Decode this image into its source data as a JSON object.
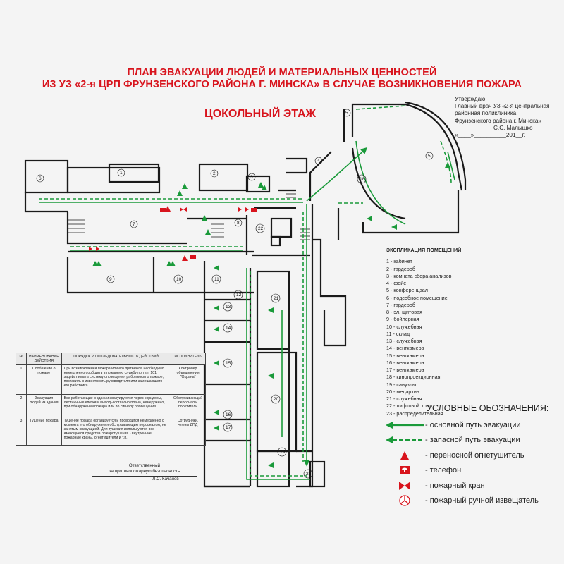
{
  "title_line1": "ПЛАН ЭВАКУАЦИИ ЛЮДЕЙ И МАТЕРИАЛЬНЫХ ЦЕННОСТЕЙ",
  "title_line2": "ИЗ УЗ «2-я ЦРП ФРУНЗЕНСКОГО РАЙОНА Г. МИНСКА» В СЛУЧАЕ ВОЗНИКНОВЕНИЯ ПОЖАРА",
  "floor_name": "ЦОКОЛЬНЫЙ ЭТАЖ",
  "approval": {
    "line1": "Утверждаю",
    "line2": "Главный врач УЗ «2-я центральная",
    "line3": "районная поликлиника",
    "line4": "Фрунзенского района г. Минска»",
    "line5": "С.С. Малышко",
    "line6": "«____»__________201__г."
  },
  "explication": {
    "heading": "ЭКСПЛИКАЦИЯ ПОМЕЩЕНИЙ",
    "items": [
      "1 - кабинет",
      "2 - гардероб",
      "3 - комната сбора анализов",
      "4 - фойе",
      "5 - конференцзал",
      "6 - подсобное помещение",
      "7 - гардероб",
      "8 - эл. щитовая",
      "9 - бойлерная",
      "10 - служебная",
      "11 - склад",
      "13 - служебная",
      "14 - венткамера",
      "15 - венткамера",
      "16 - венткамера",
      "17 - венткамера",
      "18 - кинопроекционная",
      "19 - санузлы",
      "20 - медархив",
      "21 - служебная",
      "22 - лифтовой холл",
      "23 - распределительная"
    ]
  },
  "legend": {
    "title": "УСЛОВНЫЕ ОБОЗНАЧЕНИЯ:",
    "items": [
      {
        "icon": "main-route-icon",
        "label": "- основной путь эвакуации"
      },
      {
        "icon": "reserve-route-icon",
        "label": "- запасной путь эвакуации"
      },
      {
        "icon": "extinguisher-icon",
        "label": "- переносной огнетушитель"
      },
      {
        "icon": "telephone-icon",
        "label": "- телефон"
      },
      {
        "icon": "fire-hydrant-icon",
        "label": "- пожарный кран"
      },
      {
        "icon": "manual-alarm-icon",
        "label": "- пожарный ручной извещатель"
      }
    ]
  },
  "actions_table": {
    "headers": [
      "№",
      "НАИМЕНОВАНИЕ ДЕЙСТВИЯ",
      "ПОРЯДОК И ПОСЛЕДОВАТЕЛЬНОСТЬ ДЕЙСТВИЙ",
      "ИСПОЛНИТЕЛЬ"
    ],
    "rows": [
      [
        "1",
        "Сообщение о пожаре",
        "При возникновении пожара или его признаков необходимо немедленно сообщить в пожарную службу по тел. 101, задействовать систему оповещения работников о пожаре, поставить в известность руководителя или замещающего его работника.",
        "Контролер объединения \"Охрана\""
      ],
      [
        "2",
        "Эвакуация людей из здания",
        "Все работающие в здании эвакуируются через коридоры, лестничные клетки и выходы согласно плана, немедленно, при обнаружении пожара или по сигналу оповещения.",
        "Обслуживающий персонал и посетители"
      ],
      [
        "3",
        "Тушение пожара",
        "Тушение пожара организуется и проводится немедленно с момента его обнаружения обслуживающим персоналом, не занятым эвакуацией. Для тушения используются все имеющиеся средства пожаротушения - внутренние пожарные краны, огнетушители и т.п.",
        "Сотрудники, члены ДПД"
      ]
    ]
  },
  "responsible": {
    "line1": "Ответственный",
    "line2": "за противопожарную безопасность",
    "line3": "Л.С. Качанов"
  },
  "room_numbers": [
    "1",
    "2",
    "3",
    "4",
    "5",
    "5",
    "6",
    "7",
    "8",
    "9",
    "10",
    "11",
    "12",
    "13",
    "14",
    "15",
    "16",
    "17",
    "18",
    "19",
    "20",
    "21",
    "22",
    "23"
  ],
  "colors": {
    "title": "#d8141d",
    "route": "#1a9a3a",
    "wall": "#1a1a1a",
    "symbol": "#d8141d"
  }
}
